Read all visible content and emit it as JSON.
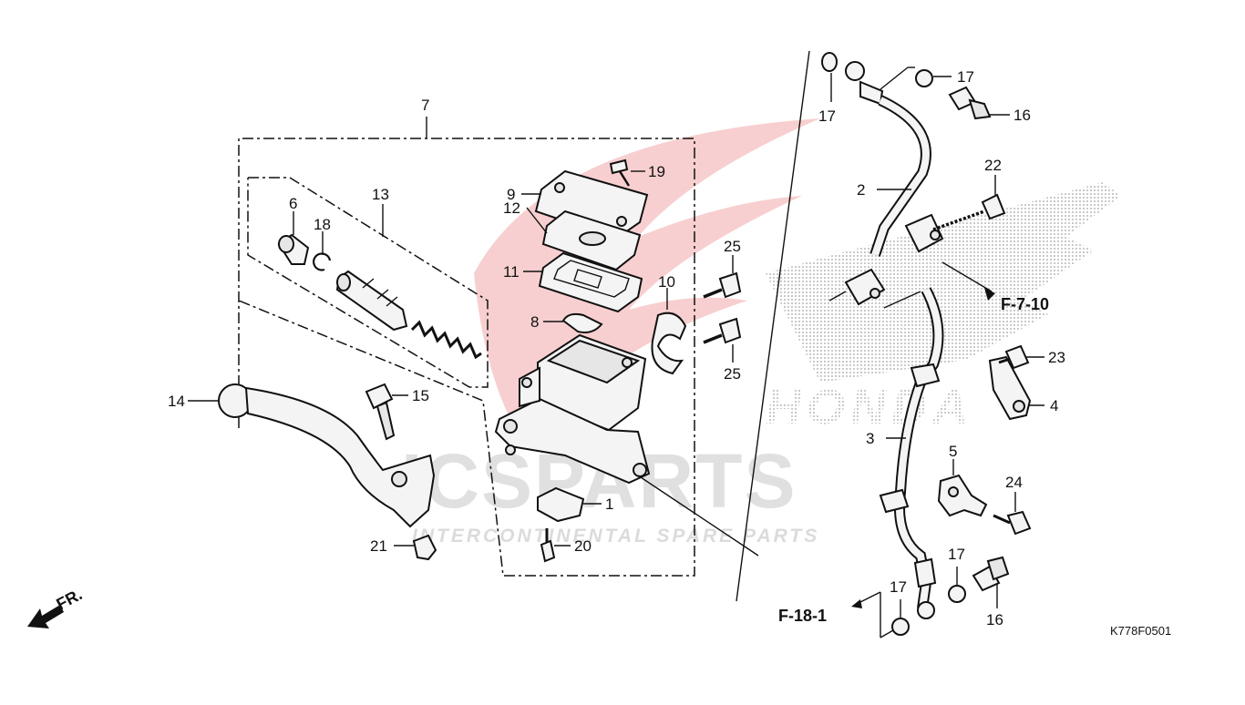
{
  "diagram": {
    "code": "K778F0501",
    "direction_label": "FR.",
    "references": {
      "top": "F-7-10",
      "bottom": "F-18-1"
    },
    "watermark": {
      "brand": "ICSPARTS",
      "tagline": "INTERCONTINENTAL SPARE PARTS",
      "logo_text": "HONDA"
    },
    "callouts": [
      "1",
      "2",
      "3",
      "4",
      "5",
      "6",
      "7",
      "8",
      "9",
      "10",
      "11",
      "12",
      "13",
      "14",
      "15",
      "16",
      "17",
      "18",
      "19",
      "20",
      "21",
      "22",
      "23",
      "24",
      "25"
    ],
    "colors": {
      "watermark_red": "#e0242b",
      "watermark_gray": "#bdbdbd",
      "line": "#111111"
    }
  }
}
